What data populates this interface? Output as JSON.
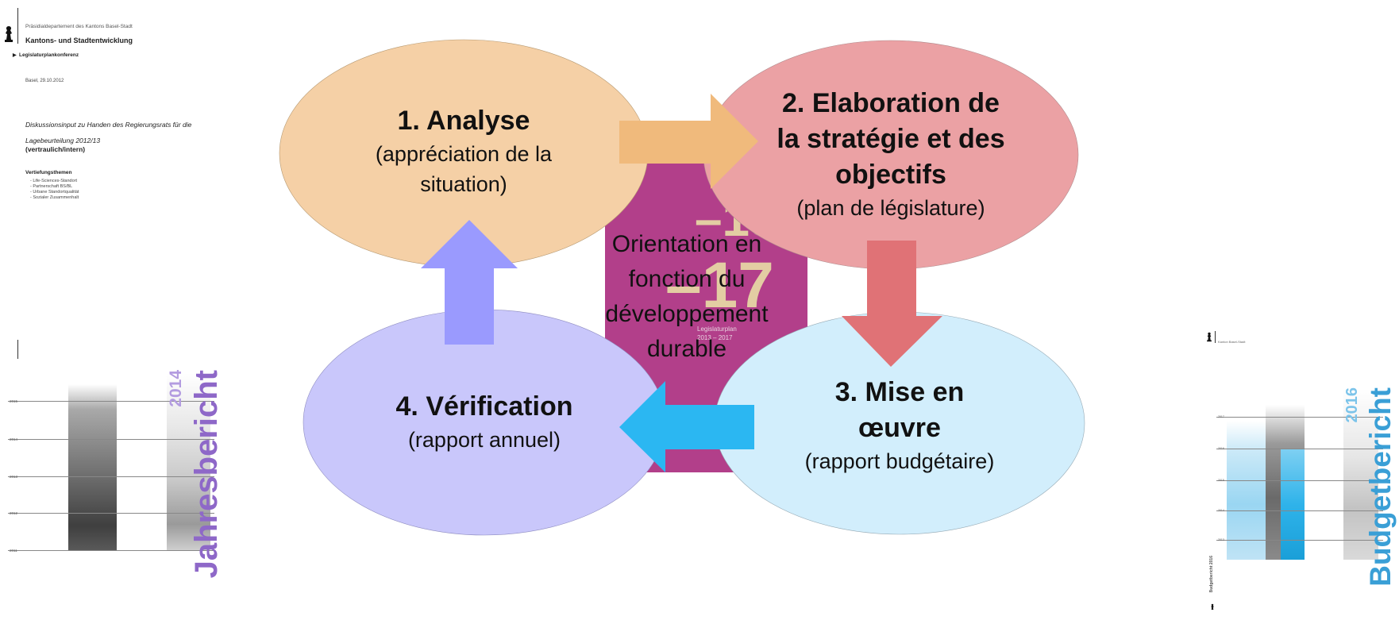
{
  "doc_left": {
    "department": "Präsidialdepartement des Kantons Basel-Stadt",
    "title": "Kantons- und Stadtentwicklung",
    "item": "Legislaturplankonferenz",
    "date": "Basel, 29.10.2012",
    "description": "Diskussionsinput zu Handen des Regierungsrats für die Lagebeurteilung 2012/13",
    "confidential": "(vertraulich/intern)",
    "topics_heading": "Vertiefungsthemen",
    "topics": [
      "Life-Sciences-Standort",
      "Partnerschaft BS/BL",
      "Urbane Standortqualität",
      "Sozialer Zusammenhalt"
    ]
  },
  "report_left": {
    "title": "Jahresbericht",
    "year": "2014",
    "title_color": "#8e68c8",
    "year_color": "#b39ce0",
    "axis_labels": [
      "2015",
      "2014",
      "2013",
      "2012",
      "2011"
    ]
  },
  "report_right": {
    "header": "Kanton Basel-Stadt",
    "title": "Budgetbericht",
    "year": "2016",
    "spine": "Budgetbericht 2016",
    "title_color": "#3a9fd6",
    "year_color": "#7cc4ea",
    "axis_labels": [
      "2017",
      "2016",
      "2015",
      "2014",
      "2013"
    ]
  },
  "legislaturplan": {
    "digits_top": "–15",
    "digits_bottom": "–17",
    "label": "Legislaturplan",
    "years": "2013 – 2017",
    "color": "#b23f8a"
  },
  "cycle": {
    "center_text": "Orientation en fonction du développement durable",
    "steps": [
      {
        "title": "1. Analyse",
        "subtitle": "(appréciation de la situation)",
        "color": "#f5d0a6"
      },
      {
        "title": "2. Elaboration de la stratégie et des objectifs",
        "subtitle": "(plan de législature)",
        "color": "#eba1a4"
      },
      {
        "title": "3. Mise en œuvre",
        "subtitle": "(rapport budgétaire)",
        "color": "#d2eefc"
      },
      {
        "title": "4. Vérification",
        "subtitle": "(rapport annuel)",
        "color": "#c9c7fb"
      }
    ],
    "arrow_colors": [
      "#f0ba7c",
      "#e07276",
      "#2bb7f2",
      "#9a9afe"
    ]
  }
}
